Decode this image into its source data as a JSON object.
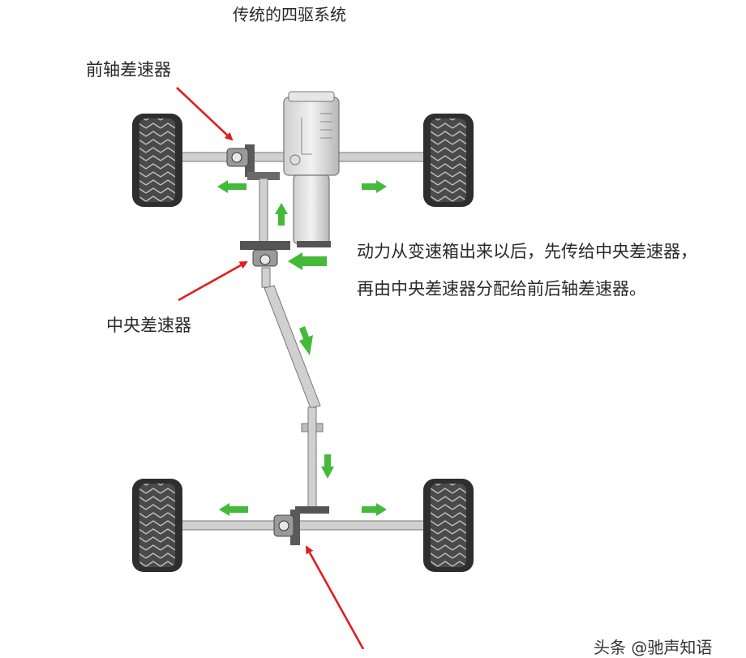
{
  "title": "传统的四驱系统",
  "labels": {
    "front_differential": "前轴差速器",
    "center_differential": "中央差速器"
  },
  "description": {
    "line1": "动力从变速箱出来以后，先传给中央差速器，",
    "line2": "再由中央差速器分配给前后轴差速器。"
  },
  "watermark": "头条 @驰声知语",
  "colors": {
    "power_arrow": "#44b93a",
    "callout_arrow": "#e21d1d",
    "tire": "#3a3a3a",
    "shaft": "#c9c9c9",
    "text": "#2a2a2a"
  }
}
